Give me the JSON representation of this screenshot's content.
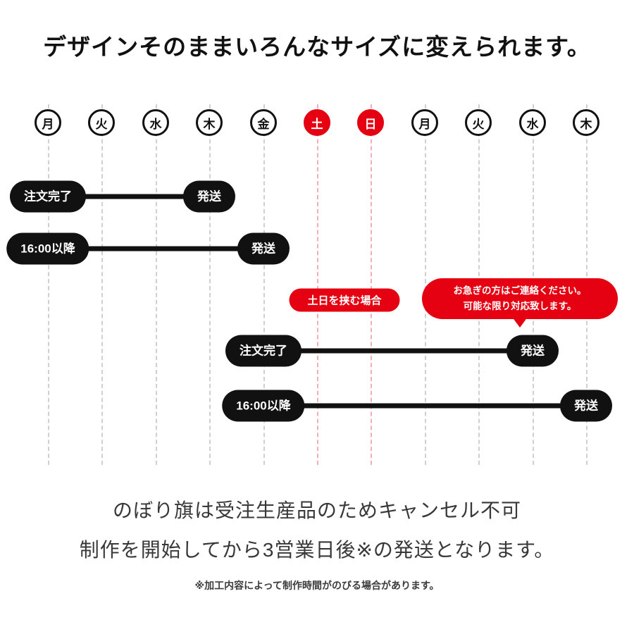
{
  "title": "デザインそのままいろんなサイズに変えられます。",
  "timeline": {
    "days": [
      {
        "label": "月",
        "weekend": false
      },
      {
        "label": "火",
        "weekend": false
      },
      {
        "label": "水",
        "weekend": false
      },
      {
        "label": "木",
        "weekend": false
      },
      {
        "label": "金",
        "weekend": false
      },
      {
        "label": "土",
        "weekend": true
      },
      {
        "label": "日",
        "weekend": true
      },
      {
        "label": "月",
        "weekend": false
      },
      {
        "label": "火",
        "weekend": false
      },
      {
        "label": "水",
        "weekend": false
      },
      {
        "label": "木",
        "weekend": false
      }
    ],
    "banner": "土日を挟む場合",
    "callout": {
      "line1": "お急ぎの方はご連絡ください。",
      "line2": "可能な限り対応致します。"
    },
    "rows": [
      {
        "start": "注文完了",
        "end": "発送"
      },
      {
        "start": "16:00以降",
        "end": "発送"
      },
      {
        "start": "注文完了",
        "end": "発送"
      },
      {
        "start": "16:00以降",
        "end": "発送"
      }
    ]
  },
  "footer": {
    "line1": "のぼり旗は受注生産品のためキャンセル不可",
    "line2": "制作を開始してから3営業日後※の発送となります。",
    "note": "※加工内容によって制作時間がのびる場合があります。"
  },
  "colors": {
    "black": "#111111",
    "red": "#e50012",
    "grid_gray": "#d0d0d0",
    "grid_red": "#f3aeb6"
  }
}
